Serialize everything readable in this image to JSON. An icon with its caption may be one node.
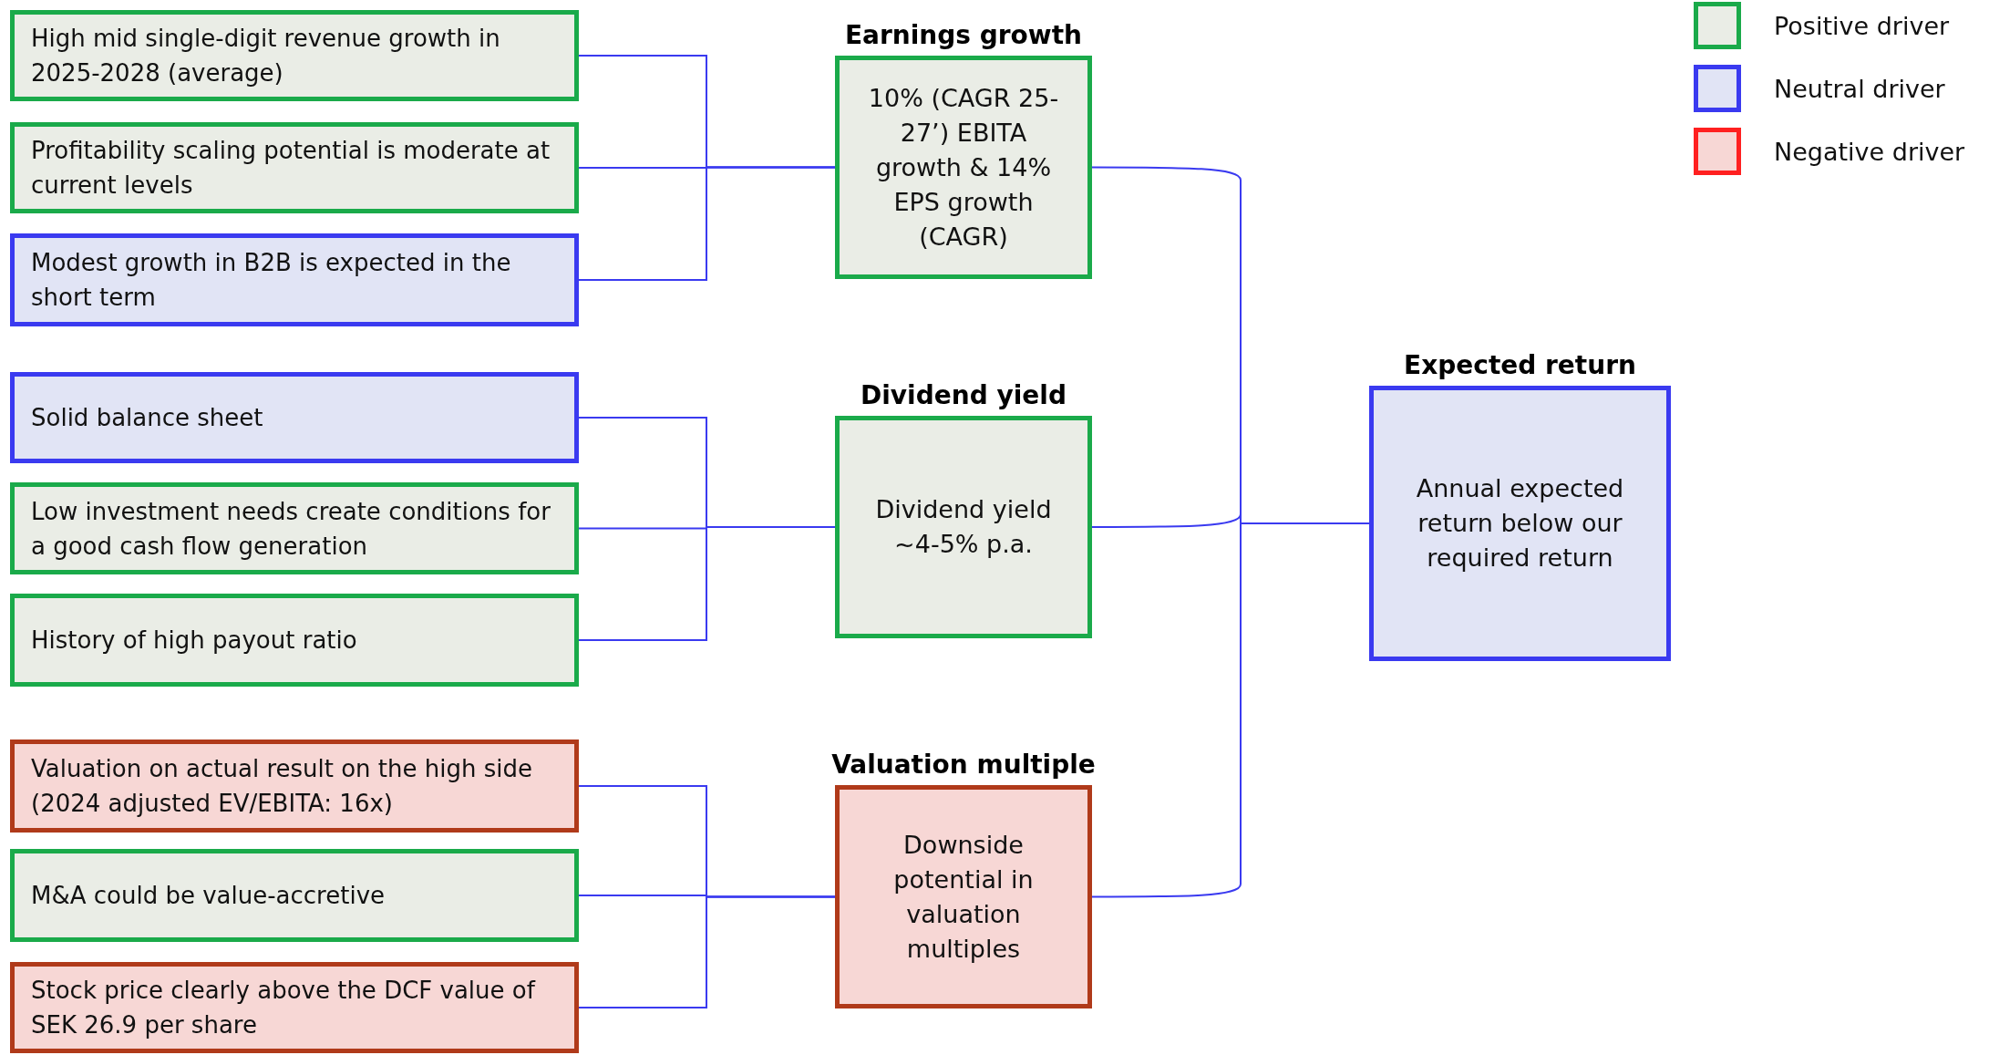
{
  "diagram": {
    "nodes": [
      {
        "text": [
          "High mid single-digit revenue growth in 2025-2028 (average)"
        ]
      },
      {
        "text": [
          "Profitability scaling potential is moderate at current levels"
        ]
      },
      {
        "text": [
          "Modest growth in B2B is expected in the short term"
        ]
      },
      {
        "text": [
          "Solid balance sheet"
        ]
      },
      {
        "text": [
          "Low investment needs create conditions for a good cash flow generation"
        ]
      },
      {
        "text": [
          "History of high payout ratio"
        ]
      },
      {
        "text": [
          "Valuation on actual result on the high side (2024 adjusted EV/EBITA: 16x)"
        ]
      },
      {
        "text": [
          "M&A could be value-accretive"
        ]
      },
      {
        "text": [
          "Stock price clearly above the DCF value of SEK 26.9 per share"
        ]
      },
      {
        "text": [
          "Earnings growth",
          "10% (CAGR 25-27’) EBITA growth & 14% EPS growth (CAGR)"
        ]
      },
      {
        "text": [
          "Dividend yield",
          "Dividend yield ~4-5% p.a."
        ]
      },
      {
        "text": [
          "Valuation multiple",
          "Downside potential in valuation multiples"
        ]
      },
      {
        "text": [
          "Expected return",
          "Annual expected return below our required return"
        ]
      }
    ],
    "edges": [
      {
        "from": 0,
        "to": 9,
        "arrow": "none"
      },
      {
        "from": 1,
        "to": 9,
        "arrow": "none"
      },
      {
        "from": 2,
        "to": 9,
        "arrow": "none"
      },
      {
        "from": 3,
        "to": 10,
        "arrow": "none"
      },
      {
        "from": 4,
        "to": 10,
        "arrow": "none"
      },
      {
        "from": 5,
        "to": 10,
        "arrow": "none"
      },
      {
        "from": 6,
        "to": 11,
        "arrow": "none"
      },
      {
        "from": 7,
        "to": 11,
        "arrow": "none"
      },
      {
        "from": 8,
        "to": 11,
        "arrow": "none"
      },
      {
        "from": 9,
        "to": 12,
        "arrow": "none"
      },
      {
        "from": 10,
        "to": 12,
        "arrow": "none"
      },
      {
        "from": 11,
        "to": 12,
        "arrow": "none"
      }
    ],
    "legend": [
      {
        "text": "Positive driver",
        "color": "#eaede6"
      },
      {
        "text": "Neutral driver",
        "color": "#e1e4f5"
      },
      {
        "text": "Negative driver",
        "color": "#f7d7d5"
      }
    ]
  }
}
